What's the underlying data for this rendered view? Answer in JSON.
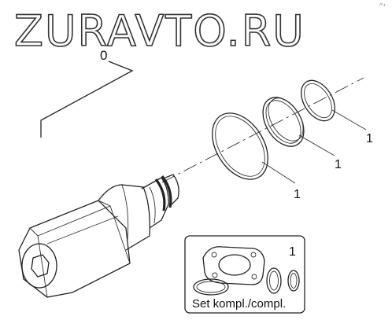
{
  "watermark": {
    "text": "ZURAVTO.RU"
  },
  "corner_mark": "/*+",
  "callouts": {
    "assembly": "0",
    "large_ring": "1",
    "mid_ring": "1",
    "small_ring": "1"
  },
  "kit": {
    "number": "1",
    "label": "Set kompl./compl."
  },
  "colors": {
    "line": "#222222",
    "background": "#ffffff",
    "ring_dark": "#333333"
  }
}
